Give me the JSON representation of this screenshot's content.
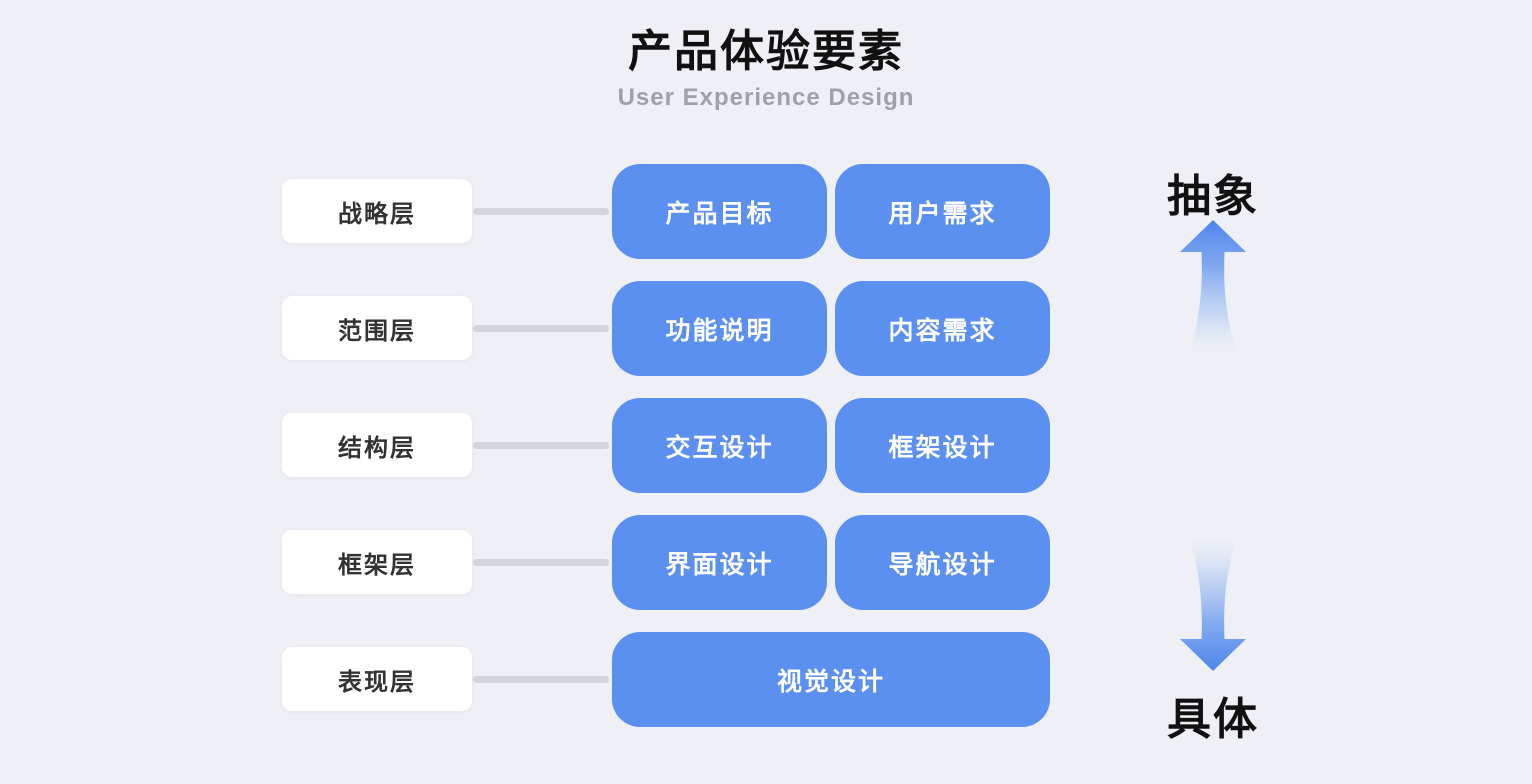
{
  "header": {
    "title": "产品体验要素",
    "subtitle": "User Experience Design"
  },
  "rows": [
    {
      "layer": "战略层",
      "items": [
        "产品目标",
        "用户需求"
      ]
    },
    {
      "layer": "范围层",
      "items": [
        "功能说明",
        "内容需求"
      ]
    },
    {
      "layer": "结构层",
      "items": [
        "交互设计",
        "框架设计"
      ]
    },
    {
      "layer": "框架层",
      "items": [
        "界面设计",
        "导航设计"
      ]
    },
    {
      "layer": "表现层",
      "items": [
        "视觉设计"
      ]
    }
  ],
  "axis": {
    "top_label": "抽象",
    "bottom_label": "具体"
  },
  "colors": {
    "background": "#eef0f5",
    "card_white": "#ffffff",
    "card_blue": "#5b8ff0",
    "text_dark": "#333333",
    "text_white": "#ffffff",
    "title_black": "#111111",
    "subtitle_gray": "#9da2a9",
    "connector_gray": "#d2d5da",
    "arrow_blue_strong": "#4d85ec",
    "arrow_blue_faded": "#c9dbf6"
  }
}
